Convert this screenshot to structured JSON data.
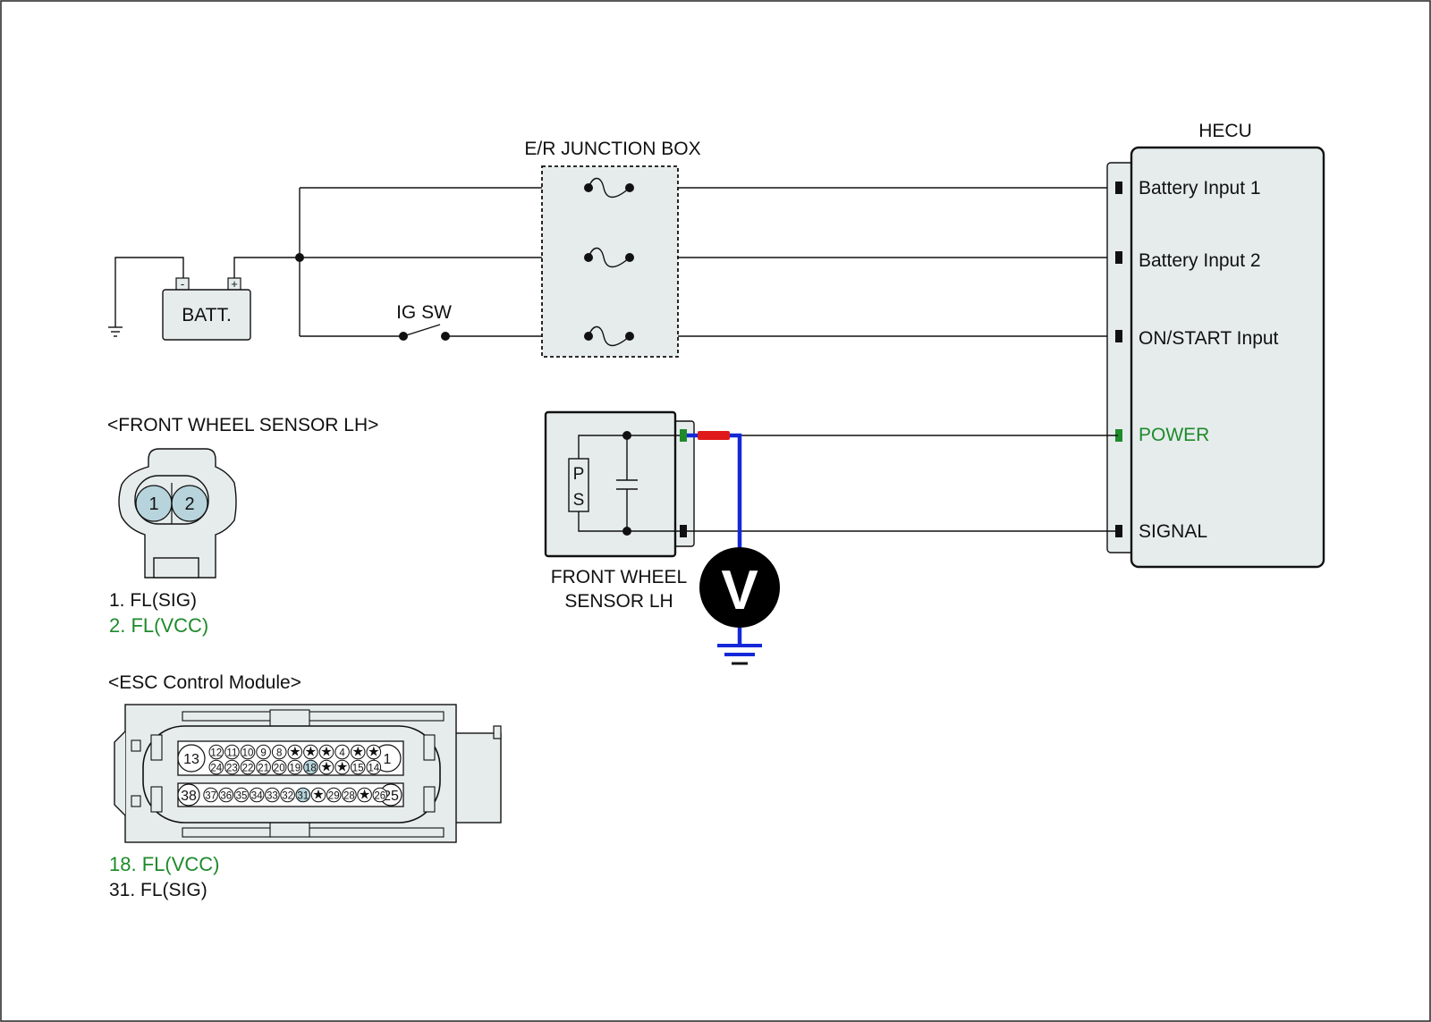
{
  "colors": {
    "background": "#ffffff",
    "component_fill": "#e6ecec",
    "wire": "#111111",
    "highlight_green": "#1e8a2a",
    "probe_blue": "#1428d8",
    "probe_red": "#e01a1a",
    "pin_highlight": "#b7d4dc"
  },
  "junction_box": {
    "title": "E/R JUNCTION BOX"
  },
  "battery": {
    "label": "BATT.",
    "neg": "-",
    "pos": "+"
  },
  "ignition_switch": {
    "label": "IG SW"
  },
  "hecu": {
    "title": "HECU",
    "pins": [
      {
        "label": "Battery Input 1",
        "highlight": false
      },
      {
        "label": "Battery Input 2",
        "highlight": false
      },
      {
        "label": "ON/START Input",
        "highlight": false
      },
      {
        "label": "POWER",
        "highlight": true
      },
      {
        "label": "SIGNAL",
        "highlight": false
      }
    ]
  },
  "wheel_sensor": {
    "label_line1": "FRONT WHEEL",
    "label_line2": "SENSOR LH",
    "element_top": "P",
    "element_bottom": "S"
  },
  "voltmeter": {
    "symbol": "V",
    "icon": "voltmeter-icon"
  },
  "sensor_connector": {
    "title": "<FRONT WHEEL SENSOR LH>",
    "pin_numbers": [
      "1",
      "2"
    ],
    "legend": [
      {
        "text": "1. FL(SIG)",
        "highlight": false
      },
      {
        "text": "2. FL(VCC)",
        "highlight": true
      }
    ]
  },
  "esc_connector": {
    "title": "<ESC Control Module>",
    "big_pins": {
      "top_left": "13",
      "top_right": "1",
      "bottom_left": "38",
      "bottom_right": "25"
    },
    "row1": [
      "12",
      "11",
      "10",
      "9",
      "8",
      "*",
      "*",
      "*",
      "4",
      "*",
      "*"
    ],
    "row2": [
      "24",
      "23",
      "22",
      "21",
      "20",
      "19",
      "18",
      "*",
      "*",
      "15",
      "14"
    ],
    "row3": [
      "37",
      "36",
      "35",
      "34",
      "33",
      "32",
      "31",
      "*",
      "29",
      "28",
      "*",
      "26"
    ],
    "highlighted_pins": [
      "18",
      "31"
    ],
    "legend": [
      {
        "text": "18. FL(VCC)",
        "highlight": true
      },
      {
        "text": "31. FL(SIG)",
        "highlight": false
      }
    ]
  }
}
